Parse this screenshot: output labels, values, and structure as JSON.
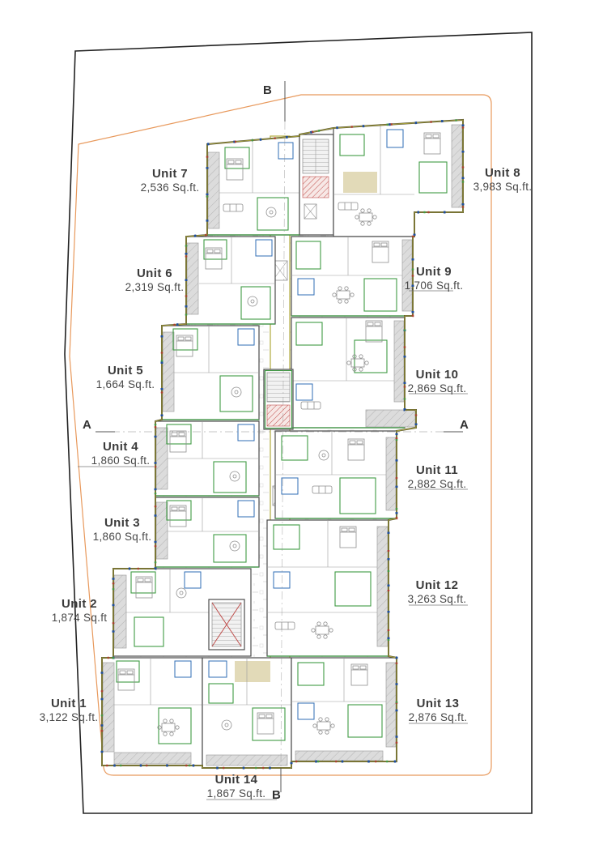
{
  "page": {
    "background": "#ffffff",
    "drawing_type": "floor plan"
  },
  "section_markers": {
    "top": "B",
    "bottom": "B",
    "left": "A",
    "right": "A"
  },
  "units": [
    {
      "name": "Unit 1",
      "area": "3,122 Sq.ft."
    },
    {
      "name": "Unit 2",
      "area": "1,874 Sq.ft"
    },
    {
      "name": "Unit 3",
      "area": "1,860 Sq.ft."
    },
    {
      "name": "Unit 4",
      "area": "1,860 Sq.ft."
    },
    {
      "name": "Unit 5",
      "area": "1,664 Sq.ft."
    },
    {
      "name": "Unit 6",
      "area": "2,319 Sq.ft."
    },
    {
      "name": "Unit 7",
      "area": "2,536 Sq.ft."
    },
    {
      "name": "Unit 8",
      "area": "3,983 Sq.ft."
    },
    {
      "name": "Unit 9",
      "area": "1,706 Sq.ft."
    },
    {
      "name": "Unit 10",
      "area": "2,869 Sq.ft."
    },
    {
      "name": "Unit 11",
      "area": "2,882 Sq.ft."
    },
    {
      "name": "Unit 12",
      "area": "3,263 Sq.ft."
    },
    {
      "name": "Unit 13",
      "area": "2,876 Sq.ft."
    },
    {
      "name": "Unit 14",
      "area": "1,867 Sq.ft."
    }
  ],
  "colors": {
    "site_boundary": "#222222",
    "setback_line": "#e8995c",
    "wall_dark": "#4c4c4c",
    "wall_olive": "#b5ae42",
    "accent_green": "#3f9b43",
    "accent_blue": "#2f6db5",
    "balcony_gray": "#dcdcdc",
    "stair_red": "#c0504d",
    "label_text": "#3b3b3b"
  }
}
